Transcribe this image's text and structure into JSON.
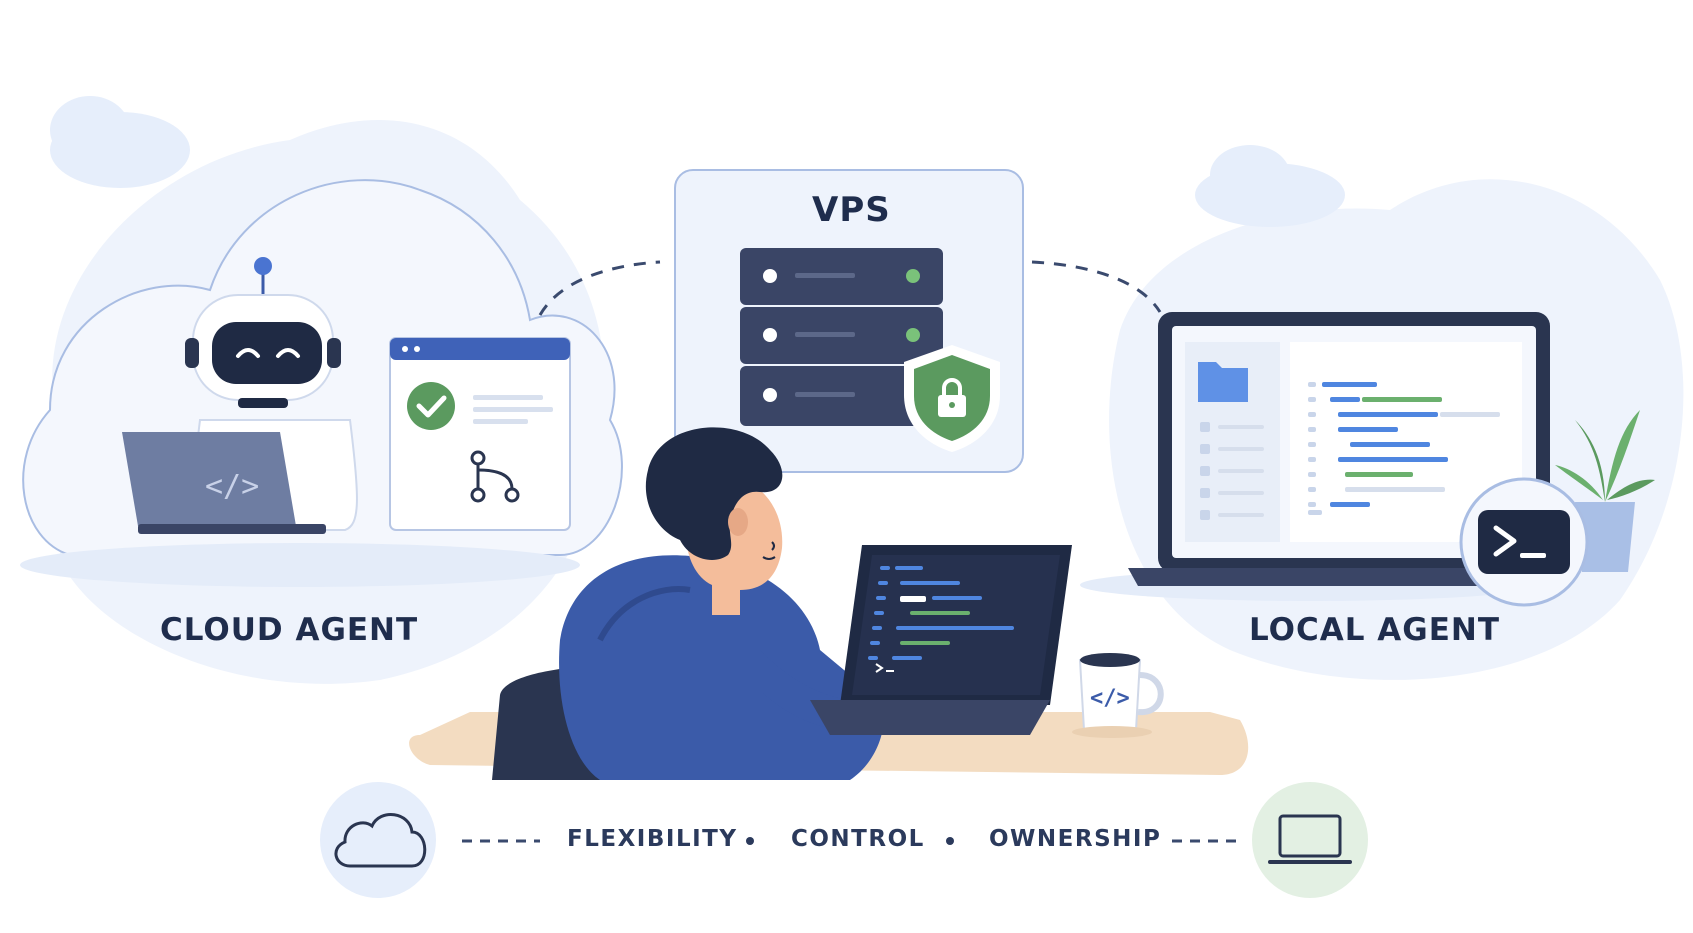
{
  "diagram": {
    "vps": {
      "title": "VPS"
    },
    "cloud_agent": {
      "label": "CLOUD AGENT"
    },
    "local_agent": {
      "label": "LOCAL AGENT"
    },
    "keywords": [
      "FLEXIBILITY",
      "CONTROL",
      "OWNERSHIP"
    ],
    "icons": {
      "robot": "robot-icon",
      "checkmark": "check-circle-icon",
      "git": "git-branch-icon",
      "shield": "shield-lock-icon",
      "terminal": "terminal-icon",
      "cloud": "cloud-icon",
      "laptop": "laptop-icon",
      "folder": "folder-icon",
      "plant": "plant-icon",
      "mug": "code-mug-icon"
    },
    "colors": {
      "navy": "#1f2d4d",
      "accent_blue": "#3b5ba9",
      "green": "#5b9a5f",
      "light_blue": "#e8f0fb",
      "desk": "#f3dcc1"
    }
  }
}
